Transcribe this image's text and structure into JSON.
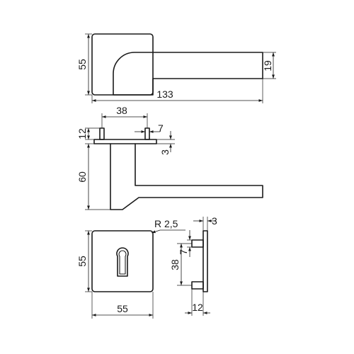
{
  "dimensions": {
    "top_height": "55",
    "lever_thickness": "19",
    "lever_length": "133",
    "pin_spacing": "38",
    "pin_width": "7",
    "pin_height": "12",
    "plate_thickness_side": "3",
    "handle_height": "60",
    "radius": "R 2,5",
    "escutcheon_thickness": "3",
    "escutcheon_height": "55",
    "escutcheon_width": "55",
    "escutcheon_pin_width": "7",
    "escutcheon_pin_spacing": "38",
    "escutcheon_pin_length": "12"
  }
}
